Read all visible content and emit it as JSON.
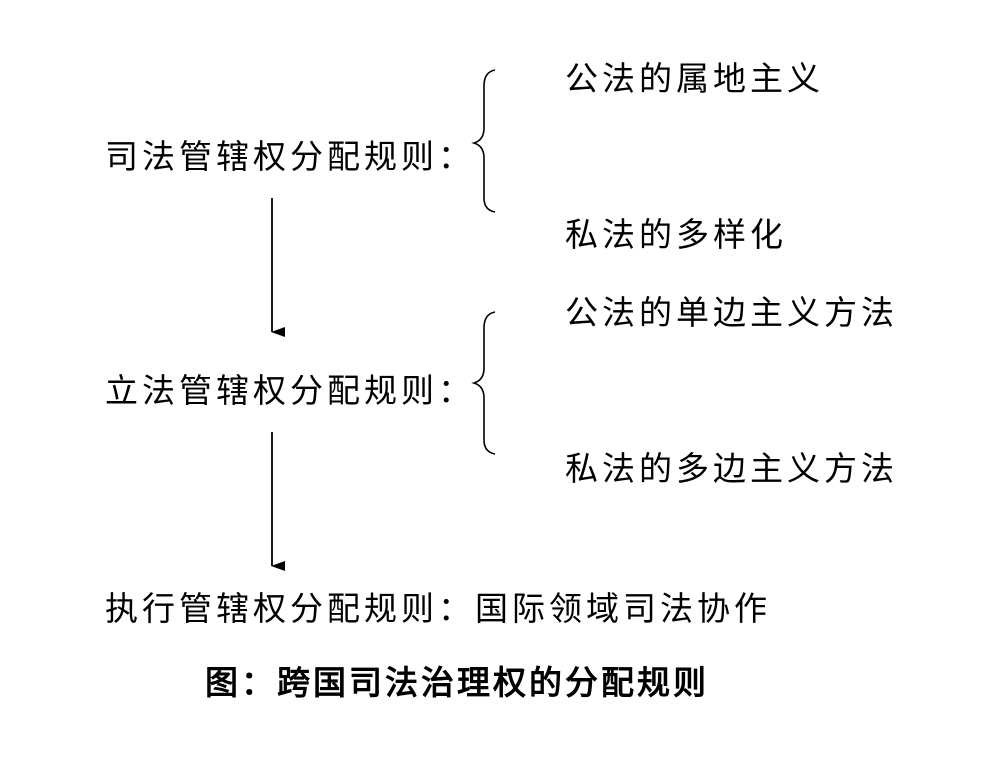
{
  "rules": {
    "judicial": {
      "label": "司法管辖权分配规则：",
      "branch_top": "公法的属地主义",
      "branch_bottom": "私法的多样化"
    },
    "legislative": {
      "label": "立法管辖权分配规则：",
      "branch_top": "公法的单边主义方法",
      "branch_bottom": "私法的多边主义方法"
    },
    "enforcement": {
      "label": "执行管辖权分配规则：国际领域司法协作"
    }
  },
  "caption": "图：跨国司法治理权的分配规则"
}
